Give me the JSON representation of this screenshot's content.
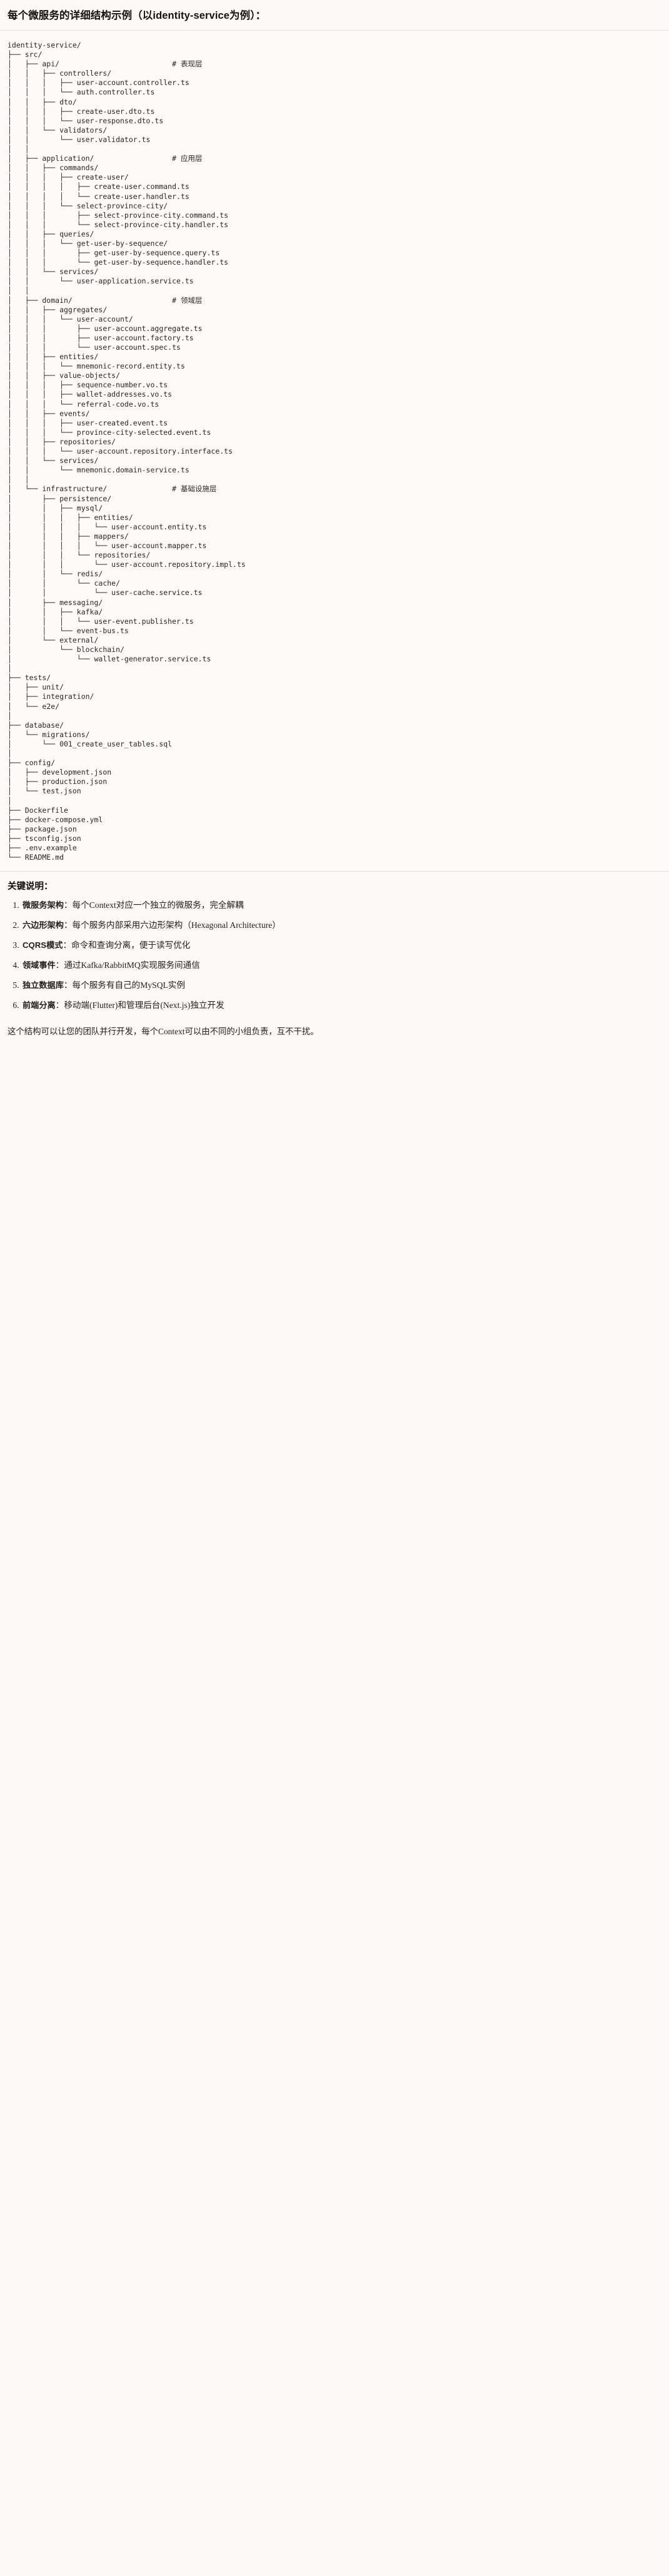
{
  "document": {
    "title": "每个微服务的详细结构示例（以identity-service为例）："
  },
  "tree": {
    "root_label": "identity-service/",
    "text": "identity-service/\n├── src/\n│   ├── api/                          # 表现层\n│   │   ├── controllers/\n│   │   │   ├── user-account.controller.ts\n│   │   │   └── auth.controller.ts\n│   │   ├── dto/\n│   │   │   ├── create-user.dto.ts\n│   │   │   └── user-response.dto.ts\n│   │   └── validators/\n│   │       └── user.validator.ts\n│   │\n│   ├── application/                  # 应用层\n│   │   ├── commands/\n│   │   │   ├── create-user/\n│   │   │   │   ├── create-user.command.ts\n│   │   │   │   └── create-user.handler.ts\n│   │   │   └── select-province-city/\n│   │   │       ├── select-province-city.command.ts\n│   │   │       └── select-province-city.handler.ts\n│   │   ├── queries/\n│   │   │   └── get-user-by-sequence/\n│   │   │       ├── get-user-by-sequence.query.ts\n│   │   │       └── get-user-by-sequence.handler.ts\n│   │   └── services/\n│   │       └── user-application.service.ts\n│   │\n│   ├── domain/                       # 领域层\n│   │   ├── aggregates/\n│   │   │   └── user-account/\n│   │   │       ├── user-account.aggregate.ts\n│   │   │       ├── user-account.factory.ts\n│   │   │       └── user-account.spec.ts\n│   │   ├── entities/\n│   │   │   └── mnemonic-record.entity.ts\n│   │   ├── value-objects/\n│   │   │   ├── sequence-number.vo.ts\n│   │   │   ├── wallet-addresses.vo.ts\n│   │   │   └── referral-code.vo.ts\n│   │   ├── events/\n│   │   │   ├── user-created.event.ts\n│   │   │   └── province-city-selected.event.ts\n│   │   ├── repositories/\n│   │   │   └── user-account.repository.interface.ts\n│   │   └── services/\n│   │       └── mnemonic.domain-service.ts\n│   │\n│   └── infrastructure/               # 基础设施层\n│       ├── persistence/\n│       │   ├── mysql/\n│       │   │   ├── entities/\n│       │   │   │   └── user-account.entity.ts\n│       │   │   ├── mappers/\n│       │   │   │   └── user-account.mapper.ts\n│       │   │   └── repositories/\n│       │   │       └── user-account.repository.impl.ts\n│       │   └── redis/\n│       │       └── cache/\n│       │           └── user-cache.service.ts\n│       ├── messaging/\n│       │   ├── kafka/\n│       │   │   └── user-event.publisher.ts\n│       │   └── event-bus.ts\n│       └── external/\n│           └── blockchain/\n│               └── wallet-generator.service.ts\n│\n├── tests/\n│   ├── unit/\n│   ├── integration/\n│   └── e2e/\n│\n├── database/\n│   └── migrations/\n│       └── 001_create_user_tables.sql\n│\n├── config/\n│   ├── development.json\n│   ├── production.json\n│   └── test.json\n│\n├── Dockerfile\n├── docker-compose.yml\n├── package.json\n├── tsconfig.json\n├── .env.example\n└── README.md",
    "layer_comments": [
      {
        "path": "src/api/",
        "comment": "# 表现层"
      },
      {
        "path": "src/application/",
        "comment": "# 应用层"
      },
      {
        "path": "src/domain/",
        "comment": "# 领域层"
      },
      {
        "path": "src/infrastructure/",
        "comment": "# 基础设施层"
      }
    ]
  },
  "keys": {
    "heading": "关键说明：",
    "items": [
      {
        "number": "1.",
        "term": "微服务架构",
        "sep": "：",
        "desc": "每个Context对应一个独立的微服务，完全解耦"
      },
      {
        "number": "2.",
        "term": "六边形架构",
        "sep": "：",
        "desc": "每个服务内部采用六边形架构（Hexagonal Architecture）"
      },
      {
        "number": "3.",
        "term": "CQRS模式",
        "sep": "：",
        "desc": "命令和查询分离，便于读写优化"
      },
      {
        "number": "4.",
        "term": "领域事件",
        "sep": "：",
        "desc": "通过Kafka/RabbitMQ实现服务间通信"
      },
      {
        "number": "5.",
        "term": "独立数据库",
        "sep": "：",
        "desc": "每个服务有自己的MySQL实例"
      },
      {
        "number": "6.",
        "term": "前端分离",
        "sep": "：",
        "desc": "移动端(Flutter)和管理后台(Next.js)独立开发"
      }
    ]
  },
  "closing": {
    "text": "这个结构可以让您的团队并行开发，每个Context可以由不同的小组负责，互不干扰。"
  }
}
